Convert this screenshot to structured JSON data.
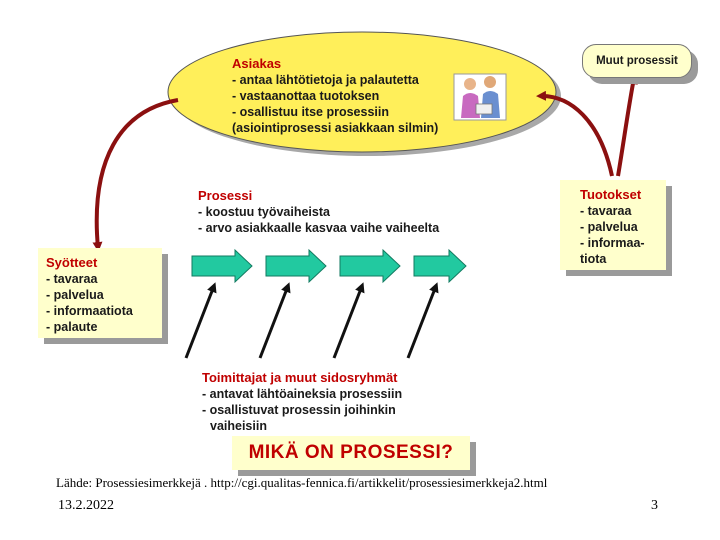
{
  "customer": {
    "title": "Asiakas",
    "lines": [
      "- antaa lähtötietoja ja palautetta",
      "- vastaanottaa tuotoksen",
      "- osallistuu itse prosessiin",
      "(asiointiprosessi asiakkaan silmin)"
    ]
  },
  "other_processes": {
    "label": "Muut prosessit"
  },
  "process": {
    "title": "Prosessi",
    "lines": [
      "- koostuu työvaiheista",
      "- arvo asiakkaalle kasvaa vaihe vaiheelta"
    ]
  },
  "inputs": {
    "title": "Syötteet",
    "lines": [
      "- tavaraa",
      "- palvelua",
      "- informaatiota",
      "- palaute"
    ]
  },
  "outputs": {
    "title": "Tuotokset",
    "lines": [
      "- tavaraa",
      "- palvelua",
      "- informaa-",
      "tiota"
    ]
  },
  "suppliers": {
    "title": "Toimittajat ja muut sidosryhmät",
    "lines": [
      "- antavat lähtöaineksia prosessiin",
      "- osallistuvat prosessin joihinkin",
      "vaiheisiin"
    ]
  },
  "banner": {
    "label": "MIKÄ ON PROSESSI?"
  },
  "footer": {
    "source": "Lähde: Prosessiesimerkkejä . http://cgi.qualitas-fennica.fi/artikkelit/prosessiesimerkkeja2.html",
    "date": "13.2.2022",
    "page": "3"
  },
  "colors": {
    "ellipse_fill": "#ffef5a",
    "box_fill": "#ffffcc",
    "arrow_dark_red": "#8b1010",
    "process_arrow_fill": "#22c9a0",
    "title_red": "#c00000"
  }
}
